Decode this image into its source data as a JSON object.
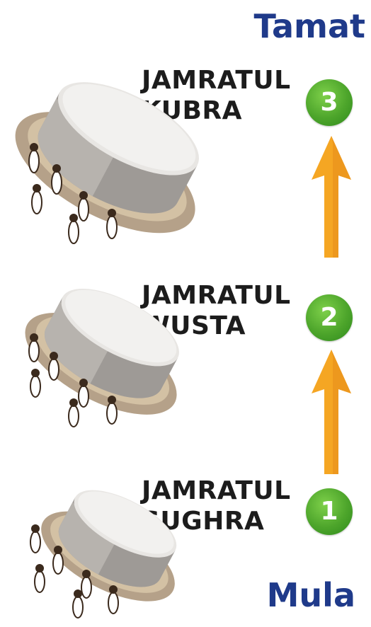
{
  "end_label": "Tamat",
  "start_label": "Mula",
  "stations": [
    {
      "line1": "JAMRATUL",
      "line2": "KUBRA",
      "number": "3"
    },
    {
      "line1": "JAMRATUL",
      "line2": "WUSTA",
      "number": "2"
    },
    {
      "line1": "JAMRATUL",
      "line2": "SUGHRA",
      "number": "1"
    }
  ],
  "colors": {
    "title": "#1f3a8a",
    "badge": "#4da52b",
    "arrow": "#f5a623"
  }
}
